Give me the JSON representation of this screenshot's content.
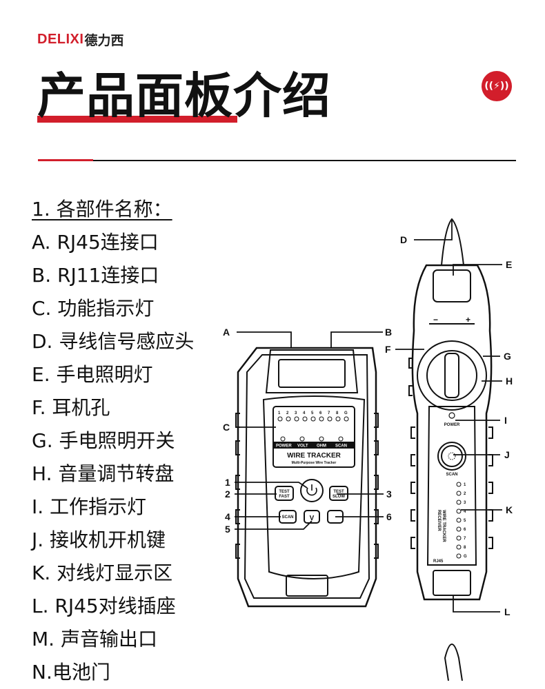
{
  "brand": {
    "name_en": "DELIXI",
    "name_cn": "德力西"
  },
  "title": "产品面板介绍",
  "badge_icon": "wireless-charge-icon",
  "colors": {
    "accent": "#d21e2b",
    "text": "#111111"
  },
  "parts": {
    "heading": "1. 各部件名称：",
    "items": [
      "A. RJ45连接口",
      "B. RJ11连接口",
      "C. 功能指示灯",
      "D. 寻线信号感应头",
      "E. 手电照明灯",
      "F. 耳机孔",
      "G. 手电照明开关",
      "H. 音量调节转盘",
      "I. 工作指示灯",
      "J. 接收机开机键",
      "K. 对线灯显示区",
      "L. RJ45对线插座",
      "M. 声音输出口",
      "N.电池门"
    ]
  },
  "diagram": {
    "labels": {
      "A": "A",
      "B": "B",
      "C": "C",
      "D": "D",
      "E": "E",
      "F": "F",
      "G": "G",
      "H": "H",
      "I": "I",
      "J": "J",
      "K": "K",
      "L": "L",
      "n1": "1",
      "n2": "2",
      "n3": "3",
      "n4": "4",
      "n5": "5",
      "n6": "6"
    },
    "transmitter": {
      "led_numbers": [
        "1",
        "2",
        "3",
        "4",
        "5",
        "6",
        "7",
        "8",
        "G"
      ],
      "status_leds": [
        "POWER",
        "VOLT",
        "OHM",
        "SCAN"
      ],
      "name": "WIRE TRACKER",
      "subtitle": "Multi-Purpose Wire Tracker",
      "test_fast": [
        "TEST",
        "FAST"
      ],
      "test_slow": [
        "TEST",
        "SLOW"
      ],
      "scan": "SCAN",
      "v": "V"
    },
    "receiver": {
      "minus": "−",
      "plus": "+",
      "power": "POWER",
      "scan": "SCAN",
      "name": "WIRE TRACKER",
      "sub": "RECEIVER",
      "led_numbers": [
        "1",
        "2",
        "3",
        "4",
        "5",
        "6",
        "7",
        "8",
        "G"
      ],
      "rj45": "RJ45"
    }
  }
}
